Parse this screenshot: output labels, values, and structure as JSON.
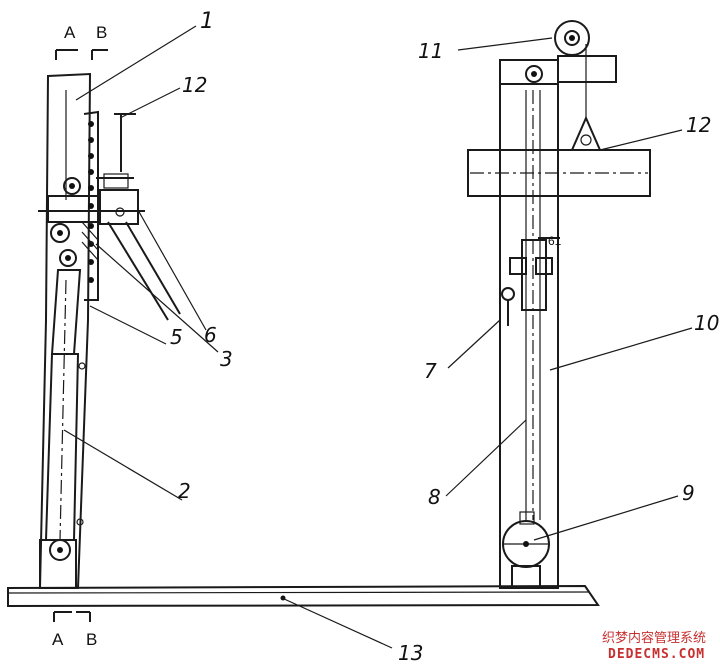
{
  "section_marks": {
    "top_a": "A",
    "top_b": "B",
    "bottom_a": "A",
    "bottom_b": "B"
  },
  "callouts": [
    {
      "id": "1",
      "text": "1"
    },
    {
      "id": "12a",
      "text": "12"
    },
    {
      "id": "6",
      "text": "6"
    },
    {
      "id": "5",
      "text": "5"
    },
    {
      "id": "3",
      "text": "3"
    },
    {
      "id": "2",
      "text": "2"
    },
    {
      "id": "11",
      "text": "11"
    },
    {
      "id": "12b",
      "text": "12"
    },
    {
      "id": "10",
      "text": "10"
    },
    {
      "id": "7",
      "text": "7"
    },
    {
      "id": "8",
      "text": "8"
    },
    {
      "id": "9",
      "text": "9"
    },
    {
      "id": "13",
      "text": "13"
    }
  ],
  "inline_label": "61",
  "watermark": {
    "line1": "织梦内容管理系统",
    "line2": "DEDECMS.COM"
  }
}
